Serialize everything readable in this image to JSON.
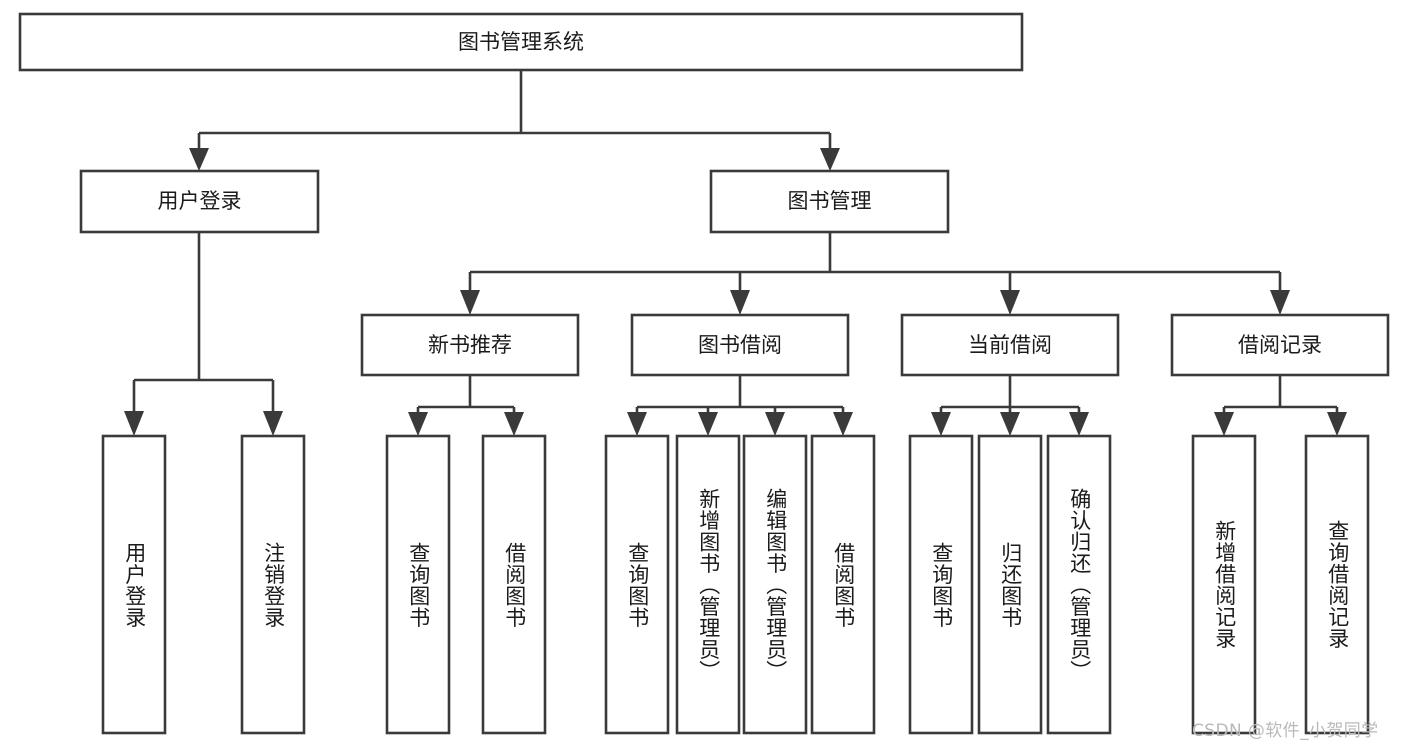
{
  "diagram": {
    "kind": "tree-hierarchy-chart",
    "title_node": {
      "id": "root",
      "label": "图书管理系统"
    },
    "level2": [
      {
        "id": "user-login",
        "label": "用户登录"
      },
      {
        "id": "book-manage",
        "label": "图书管理"
      }
    ],
    "level3": [
      {
        "id": "new-book-recommend",
        "label": "新书推荐",
        "parent": "book-manage"
      },
      {
        "id": "book-borrow",
        "label": "图书借阅",
        "parent": "book-manage"
      },
      {
        "id": "current-borrow",
        "label": "当前借阅",
        "parent": "book-manage"
      },
      {
        "id": "borrow-record",
        "label": "借阅记录",
        "parent": "book-manage"
      }
    ],
    "leaves": {
      "user-login": [
        {
          "id": "leaf-user-login",
          "label": "用户登录"
        },
        {
          "id": "leaf-user-logout",
          "label": "注销登录"
        }
      ],
      "new-book-recommend": [
        {
          "id": "leaf-query-book-1",
          "label": "查询图书"
        },
        {
          "id": "leaf-borrow-book-1",
          "label": "借阅图书"
        }
      ],
      "book-borrow": [
        {
          "id": "leaf-query-book-2",
          "label": "查询图书"
        },
        {
          "id": "leaf-add-book",
          "label": "新增图书（管理员）"
        },
        {
          "id": "leaf-edit-book",
          "label": "编辑图书（管理员）"
        },
        {
          "id": "leaf-borrow-book-2",
          "label": "借阅图书"
        }
      ],
      "current-borrow": [
        {
          "id": "leaf-query-book-3",
          "label": "查询图书"
        },
        {
          "id": "leaf-return-book",
          "label": "归还图书"
        },
        {
          "id": "leaf-confirm-return",
          "label": "确认归还（管理员）"
        }
      ],
      "borrow-record": [
        {
          "id": "leaf-add-record",
          "label": "新增借阅记录"
        },
        {
          "id": "leaf-query-record",
          "label": "查询借阅记录"
        }
      ]
    },
    "colors": {
      "box_fill": "#ffffff",
      "box_stroke": "#3a3a3a",
      "connector": "#3a3a3a",
      "text": "#1b1b1b",
      "background": "#ffffff",
      "watermark": "#b9b9b9"
    }
  },
  "watermark": {
    "text": "CSDN @软件_小贺同学"
  }
}
